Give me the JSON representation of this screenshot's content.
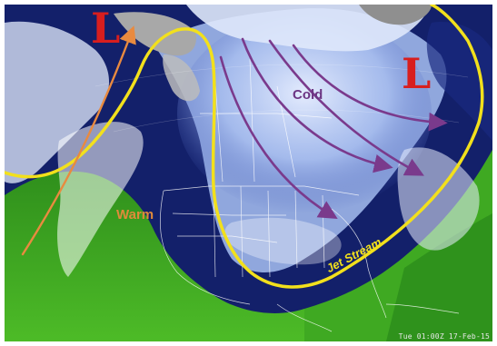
{
  "map": {
    "labels": {
      "low_west": "L",
      "low_east": "L",
      "cold": "Cold",
      "warm": "Warm",
      "jet_stream": "Jet Stream"
    },
    "timestamp": "Tue 01:00Z 17-Feb-15",
    "colors": {
      "low_pressure": "#d81e1e",
      "jet_stream": "#f2e01c",
      "cold_arrows": "#7a3a8c",
      "warm_arrow": "#e98a3f",
      "cold_label": "#6c3583",
      "warm_label": "#e08a3a",
      "jet_label": "#f2e01c",
      "ocean_warm": "#3aa21e",
      "cold_air": "#c9d8f3"
    },
    "icons": [
      "low-pressure-marker",
      "cold-air-arrow",
      "warm-air-arrow",
      "jet-stream-line"
    ]
  }
}
